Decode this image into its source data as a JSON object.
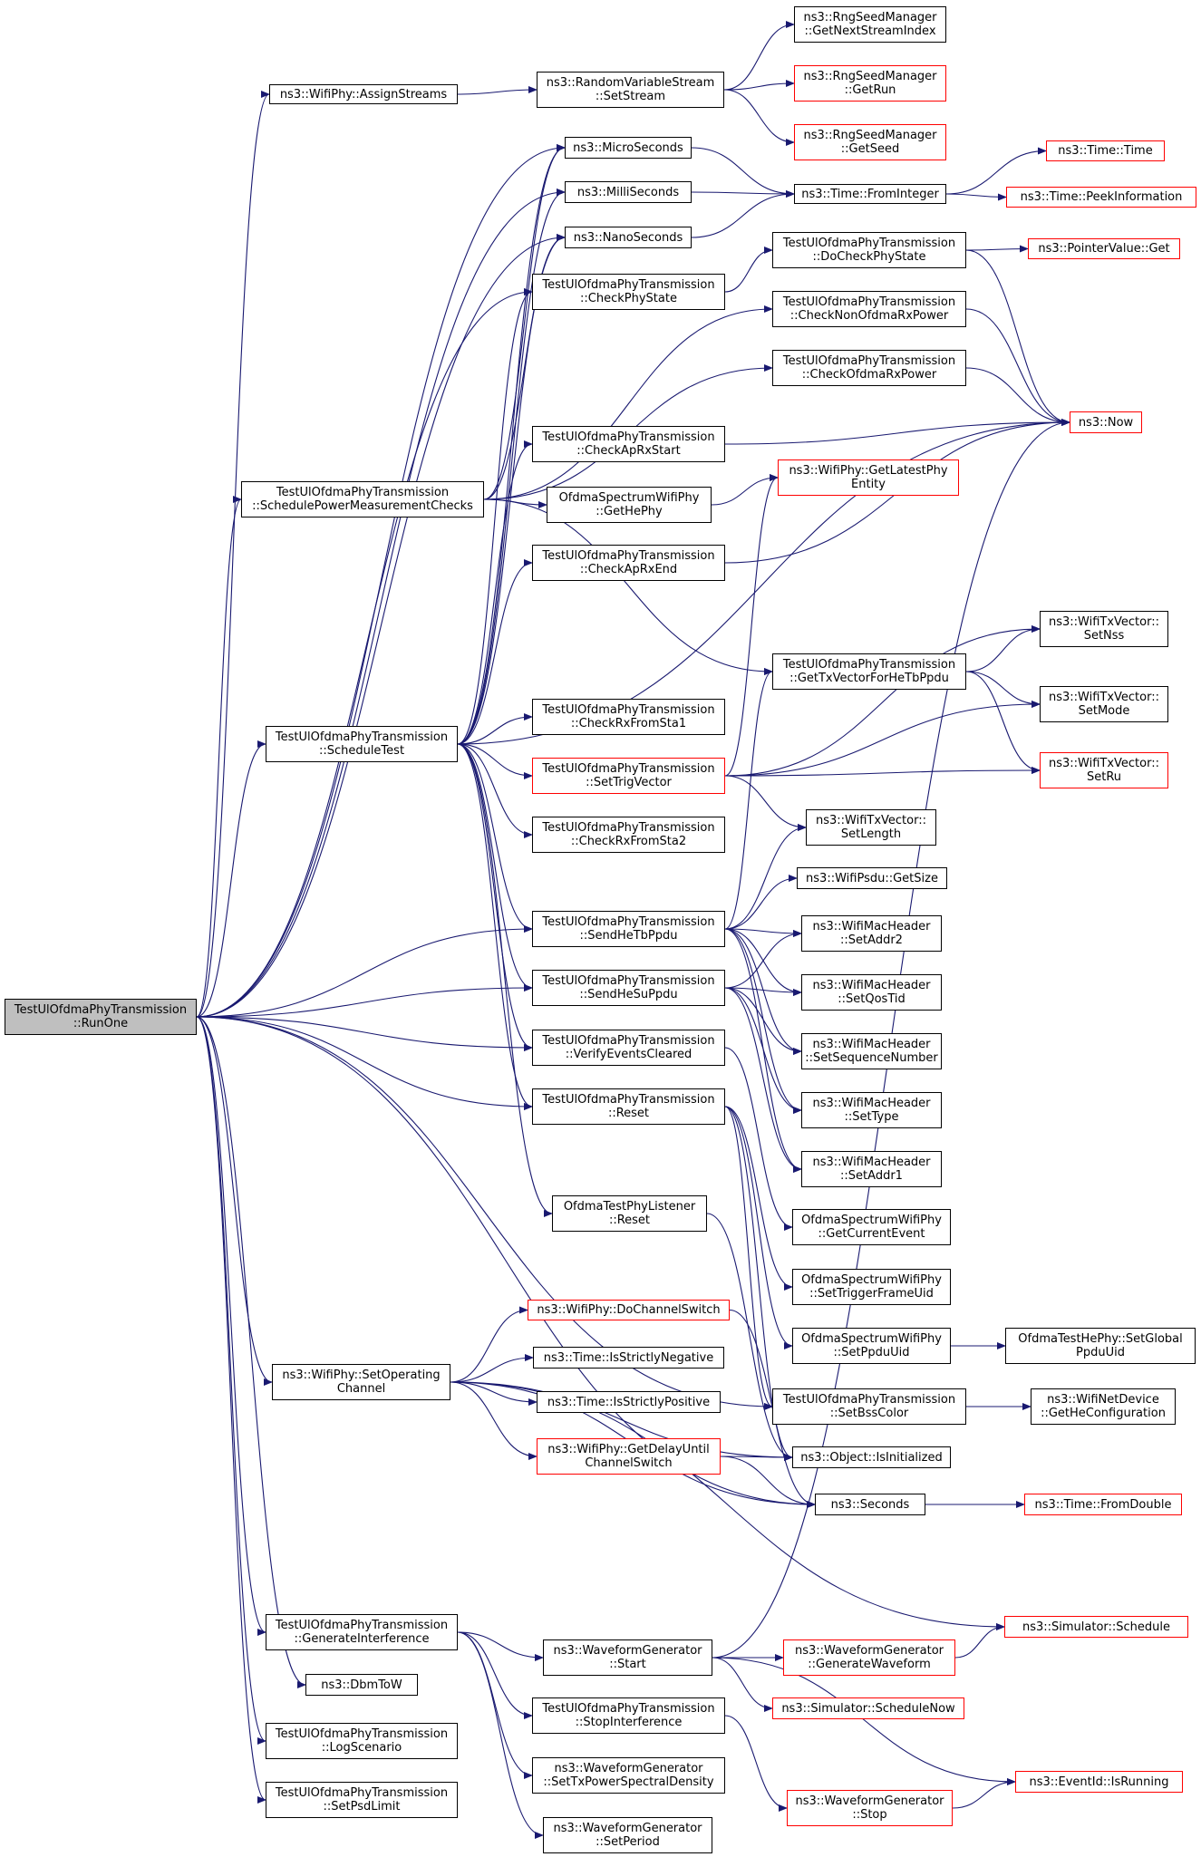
{
  "graph": {
    "colors": {
      "edge": "#191970",
      "node_border": "#000000",
      "node_border_truncated": "#ff0000",
      "root_fill": "#bfbfbf",
      "node_fill": "#ffffff"
    },
    "nodes": [
      {
        "id": "root",
        "lines": [
          "TestUlOfdmaPhyTransmission",
          "::RunOne"
        ],
        "style": "root"
      },
      {
        "id": "assignStreams",
        "lines": [
          "ns3::WifiPhy::AssignStreams"
        ],
        "style": "normal"
      },
      {
        "id": "setStream",
        "lines": [
          "ns3::RandomVariableStream",
          "::SetStream"
        ],
        "style": "normal"
      },
      {
        "id": "getNextStreamIndex",
        "lines": [
          "ns3::RngSeedManager",
          "::GetNextStreamIndex"
        ],
        "style": "normal"
      },
      {
        "id": "getRun",
        "lines": [
          "ns3::RngSeedManager",
          "::GetRun"
        ],
        "style": "red"
      },
      {
        "id": "getSeed",
        "lines": [
          "ns3::RngSeedManager",
          "::GetSeed"
        ],
        "style": "red"
      },
      {
        "id": "microSeconds",
        "lines": [
          "ns3::MicroSeconds"
        ],
        "style": "normal"
      },
      {
        "id": "milliSeconds",
        "lines": [
          "ns3::MilliSeconds"
        ],
        "style": "normal"
      },
      {
        "id": "nanoSeconds",
        "lines": [
          "ns3::NanoSeconds"
        ],
        "style": "normal"
      },
      {
        "id": "timeTime",
        "lines": [
          "ns3::Time::Time"
        ],
        "style": "red"
      },
      {
        "id": "fromInteger",
        "lines": [
          "ns3::Time::FromInteger"
        ],
        "style": "normal"
      },
      {
        "id": "peekInformation",
        "lines": [
          "ns3::Time::PeekInformation"
        ],
        "style": "red"
      },
      {
        "id": "doCheckPhyState",
        "lines": [
          "TestUlOfdmaPhyTransmission",
          "::DoCheckPhyState"
        ],
        "style": "normal"
      },
      {
        "id": "pointerValueGet",
        "lines": [
          "ns3::PointerValue::Get"
        ],
        "style": "red"
      },
      {
        "id": "checkPhyState",
        "lines": [
          "TestUlOfdmaPhyTransmission",
          "::CheckPhyState"
        ],
        "style": "normal"
      },
      {
        "id": "checkNonOfdmaRxPower",
        "lines": [
          "TestUlOfdmaPhyTransmission",
          "::CheckNonOfdmaRxPower"
        ],
        "style": "normal"
      },
      {
        "id": "checkOfdmaRxPower",
        "lines": [
          "TestUlOfdmaPhyTransmission",
          "::CheckOfdmaRxPower"
        ],
        "style": "normal"
      },
      {
        "id": "now",
        "lines": [
          "ns3::Now"
        ],
        "style": "red"
      },
      {
        "id": "checkApRxStart",
        "lines": [
          "TestUlOfdmaPhyTransmission",
          "::CheckApRxStart"
        ],
        "style": "normal"
      },
      {
        "id": "getLatestPhyEntity",
        "lines": [
          "ns3::WifiPhy::GetLatestPhy",
          "Entity"
        ],
        "style": "red"
      },
      {
        "id": "schedulePowerMeasurementChecks",
        "lines": [
          "TestUlOfdmaPhyTransmission",
          "::SchedulePowerMeasurementChecks"
        ],
        "style": "normal"
      },
      {
        "id": "getHePhy",
        "lines": [
          "OfdmaSpectrumWifiPhy",
          "::GetHePhy"
        ],
        "style": "normal"
      },
      {
        "id": "checkApRxEnd",
        "lines": [
          "TestUlOfdmaPhyTransmission",
          "::CheckApRxEnd"
        ],
        "style": "normal"
      },
      {
        "id": "setNss",
        "lines": [
          "ns3::WifiTxVector::",
          "SetNss"
        ],
        "style": "normal"
      },
      {
        "id": "getTxVectorForHeTbPpdu",
        "lines": [
          "TestUlOfdmaPhyTransmission",
          "::GetTxVectorForHeTbPpdu"
        ],
        "style": "normal"
      },
      {
        "id": "setMode",
        "lines": [
          "ns3::WifiTxVector::",
          "SetMode"
        ],
        "style": "normal"
      },
      {
        "id": "checkRxFromSta1",
        "lines": [
          "TestUlOfdmaPhyTransmission",
          "::CheckRxFromSta1"
        ],
        "style": "normal"
      },
      {
        "id": "scheduleTest",
        "lines": [
          "TestUlOfdmaPhyTransmission",
          "::ScheduleTest"
        ],
        "style": "normal"
      },
      {
        "id": "setTrigVector",
        "lines": [
          "TestUlOfdmaPhyTransmission",
          "::SetTrigVector"
        ],
        "style": "red"
      },
      {
        "id": "setRu",
        "lines": [
          "ns3::WifiTxVector::",
          "SetRu"
        ],
        "style": "red"
      },
      {
        "id": "checkRxFromSta2",
        "lines": [
          "TestUlOfdmaPhyTransmission",
          "::CheckRxFromSta2"
        ],
        "style": "normal"
      },
      {
        "id": "setLength",
        "lines": [
          "ns3::WifiTxVector::",
          "SetLength"
        ],
        "style": "normal"
      },
      {
        "id": "psduGetSize",
        "lines": [
          "ns3::WifiPsdu::GetSize"
        ],
        "style": "normal"
      },
      {
        "id": "sendHeTbPpdu",
        "lines": [
          "TestUlOfdmaPhyTransmission",
          "::SendHeTbPpdu"
        ],
        "style": "normal"
      },
      {
        "id": "setAddr2",
        "lines": [
          "ns3::WifiMacHeader",
          "::SetAddr2"
        ],
        "style": "normal"
      },
      {
        "id": "sendHeSuPpdu",
        "lines": [
          "TestUlOfdmaPhyTransmission",
          "::SendHeSuPpdu"
        ],
        "style": "normal"
      },
      {
        "id": "setQosTid",
        "lines": [
          "ns3::WifiMacHeader",
          "::SetQosTid"
        ],
        "style": "normal"
      },
      {
        "id": "verifyEventsCleared",
        "lines": [
          "TestUlOfdmaPhyTransmission",
          "::VerifyEventsCleared"
        ],
        "style": "normal"
      },
      {
        "id": "setSequenceNumber",
        "lines": [
          "ns3::WifiMacHeader",
          "::SetSequenceNumber"
        ],
        "style": "normal"
      },
      {
        "id": "reset",
        "lines": [
          "TestUlOfdmaPhyTransmission",
          "::Reset"
        ],
        "style": "normal"
      },
      {
        "id": "setType",
        "lines": [
          "ns3::WifiMacHeader",
          "::SetType"
        ],
        "style": "normal"
      },
      {
        "id": "setAddr1",
        "lines": [
          "ns3::WifiMacHeader",
          "::SetAddr1"
        ],
        "style": "normal"
      },
      {
        "id": "listenerReset",
        "lines": [
          "OfdmaTestPhyListener",
          "::Reset"
        ],
        "style": "normal"
      },
      {
        "id": "getCurrentEvent",
        "lines": [
          "OfdmaSpectrumWifiPhy",
          "::GetCurrentEvent"
        ],
        "style": "normal"
      },
      {
        "id": "setTriggerFrameUid",
        "lines": [
          "OfdmaSpectrumWifiPhy",
          "::SetTriggerFrameUid"
        ],
        "style": "normal"
      },
      {
        "id": "doChannelSwitch",
        "lines": [
          "ns3::WifiPhy::DoChannelSwitch"
        ],
        "style": "red"
      },
      {
        "id": "setPpduUid",
        "lines": [
          "OfdmaSpectrumWifiPhy",
          "::SetPpduUid"
        ],
        "style": "normal"
      },
      {
        "id": "setGlobalPpduUid",
        "lines": [
          "OfdmaTestHePhy::SetGlobal",
          "PpduUid"
        ],
        "style": "normal"
      },
      {
        "id": "setOperatingChannel",
        "lines": [
          "ns3::WifiPhy::SetOperating",
          "Channel"
        ],
        "style": "normal"
      },
      {
        "id": "isStrictlyNegative",
        "lines": [
          "ns3::Time::IsStrictlyNegative"
        ],
        "style": "normal"
      },
      {
        "id": "isStrictlyPositive",
        "lines": [
          "ns3::Time::IsStrictlyPositive"
        ],
        "style": "normal"
      },
      {
        "id": "setBssColor",
        "lines": [
          "TestUlOfdmaPhyTransmission",
          "::SetBssColor"
        ],
        "style": "normal"
      },
      {
        "id": "getHeConfiguration",
        "lines": [
          "ns3::WifiNetDevice",
          "::GetHeConfiguration"
        ],
        "style": "normal"
      },
      {
        "id": "getDelayUntilChannelSwitch",
        "lines": [
          "ns3::WifiPhy::GetDelayUntil",
          "ChannelSwitch"
        ],
        "style": "red"
      },
      {
        "id": "isInitialized",
        "lines": [
          "ns3::Object::IsInitialized"
        ],
        "style": "normal"
      },
      {
        "id": "seconds",
        "lines": [
          "ns3::Seconds"
        ],
        "style": "normal"
      },
      {
        "id": "fromDouble",
        "lines": [
          "ns3::Time::FromDouble"
        ],
        "style": "red"
      },
      {
        "id": "generateInterference",
        "lines": [
          "TestUlOfdmaPhyTransmission",
          "::GenerateInterference"
        ],
        "style": "normal"
      },
      {
        "id": "waveformStart",
        "lines": [
          "ns3::WaveformGenerator",
          "::Start"
        ],
        "style": "normal"
      },
      {
        "id": "generateWaveform",
        "lines": [
          "ns3::WaveformGenerator",
          "::GenerateWaveform"
        ],
        "style": "red"
      },
      {
        "id": "simulatorSchedule",
        "lines": [
          "ns3::Simulator::Schedule"
        ],
        "style": "red"
      },
      {
        "id": "dbmToW",
        "lines": [
          "ns3::DbmToW"
        ],
        "style": "normal"
      },
      {
        "id": "stopInterference",
        "lines": [
          "TestUlOfdmaPhyTransmission",
          "::StopInterference"
        ],
        "style": "normal"
      },
      {
        "id": "scheduleNow",
        "lines": [
          "ns3::Simulator::ScheduleNow"
        ],
        "style": "red"
      },
      {
        "id": "logScenario",
        "lines": [
          "TestUlOfdmaPhyTransmission",
          "::LogScenario"
        ],
        "style": "normal"
      },
      {
        "id": "setTxPowerSpectralDensity",
        "lines": [
          "ns3::WaveformGenerator",
          "::SetTxPowerSpectralDensity"
        ],
        "style": "normal"
      },
      {
        "id": "isRunning",
        "lines": [
          "ns3::EventId::IsRunning"
        ],
        "style": "red"
      },
      {
        "id": "setPsdLimit",
        "lines": [
          "TestUlOfdmaPhyTransmission",
          "::SetPsdLimit"
        ],
        "style": "normal"
      },
      {
        "id": "waveformStop",
        "lines": [
          "ns3::WaveformGenerator",
          "::Stop"
        ],
        "style": "red"
      },
      {
        "id": "setPeriod",
        "lines": [
          "ns3::WaveformGenerator",
          "::SetPeriod"
        ],
        "style": "normal"
      }
    ],
    "edges": [
      [
        "root",
        "assignStreams"
      ],
      [
        "root",
        "microSeconds"
      ],
      [
        "root",
        "milliSeconds"
      ],
      [
        "root",
        "nanoSeconds"
      ],
      [
        "root",
        "checkPhyState"
      ],
      [
        "root",
        "schedulePowerMeasurementChecks"
      ],
      [
        "root",
        "scheduleTest"
      ],
      [
        "root",
        "sendHeTbPpdu"
      ],
      [
        "root",
        "sendHeSuPpdu"
      ],
      [
        "root",
        "verifyEventsCleared"
      ],
      [
        "root",
        "reset"
      ],
      [
        "root",
        "setBssColor"
      ],
      [
        "root",
        "setOperatingChannel"
      ],
      [
        "root",
        "seconds"
      ],
      [
        "root",
        "generateInterference"
      ],
      [
        "root",
        "dbmToW"
      ],
      [
        "root",
        "logScenario"
      ],
      [
        "root",
        "setPsdLimit"
      ],
      [
        "assignStreams",
        "setStream"
      ],
      [
        "setStream",
        "getNextStreamIndex"
      ],
      [
        "setStream",
        "getRun"
      ],
      [
        "setStream",
        "getSeed"
      ],
      [
        "microSeconds",
        "fromInteger"
      ],
      [
        "milliSeconds",
        "fromInteger"
      ],
      [
        "nanoSeconds",
        "fromInteger"
      ],
      [
        "fromInteger",
        "timeTime"
      ],
      [
        "fromInteger",
        "peekInformation"
      ],
      [
        "checkPhyState",
        "doCheckPhyState"
      ],
      [
        "doCheckPhyState",
        "pointerValueGet"
      ],
      [
        "doCheckPhyState",
        "now"
      ],
      [
        "checkNonOfdmaRxPower",
        "now"
      ],
      [
        "checkOfdmaRxPower",
        "now"
      ],
      [
        "checkApRxStart",
        "now"
      ],
      [
        "checkApRxEnd",
        "now"
      ],
      [
        "schedulePowerMeasurementChecks",
        "microSeconds"
      ],
      [
        "schedulePowerMeasurementChecks",
        "nanoSeconds"
      ],
      [
        "schedulePowerMeasurementChecks",
        "checkNonOfdmaRxPower"
      ],
      [
        "schedulePowerMeasurementChecks",
        "checkOfdmaRxPower"
      ],
      [
        "schedulePowerMeasurementChecks",
        "getHePhy"
      ],
      [
        "schedulePowerMeasurementChecks",
        "getTxVectorForHeTbPpdu"
      ],
      [
        "getHePhy",
        "getLatestPhyEntity"
      ],
      [
        "scheduleTest",
        "microSeconds"
      ],
      [
        "scheduleTest",
        "milliSeconds"
      ],
      [
        "scheduleTest",
        "nanoSeconds"
      ],
      [
        "scheduleTest",
        "checkPhyState"
      ],
      [
        "scheduleTest",
        "checkApRxStart"
      ],
      [
        "scheduleTest",
        "checkApRxEnd"
      ],
      [
        "scheduleTest",
        "now"
      ],
      [
        "scheduleTest",
        "checkRxFromSta1"
      ],
      [
        "scheduleTest",
        "setTrigVector"
      ],
      [
        "scheduleTest",
        "checkRxFromSta2"
      ],
      [
        "scheduleTest",
        "sendHeTbPpdu"
      ],
      [
        "scheduleTest",
        "sendHeSuPpdu"
      ],
      [
        "scheduleTest",
        "verifyEventsCleared"
      ],
      [
        "scheduleTest",
        "reset"
      ],
      [
        "scheduleTest",
        "listenerReset"
      ],
      [
        "getTxVectorForHeTbPpdu",
        "setNss"
      ],
      [
        "getTxVectorForHeTbPpdu",
        "setMode"
      ],
      [
        "getTxVectorForHeTbPpdu",
        "setRu"
      ],
      [
        "setTrigVector",
        "getLatestPhyEntity"
      ],
      [
        "setTrigVector",
        "setNss"
      ],
      [
        "setTrigVector",
        "setMode"
      ],
      [
        "setTrigVector",
        "setRu"
      ],
      [
        "setTrigVector",
        "setLength"
      ],
      [
        "sendHeTbPpdu",
        "getTxVectorForHeTbPpdu"
      ],
      [
        "sendHeTbPpdu",
        "setLength"
      ],
      [
        "sendHeTbPpdu",
        "psduGetSize"
      ],
      [
        "sendHeTbPpdu",
        "setAddr2"
      ],
      [
        "sendHeTbPpdu",
        "setQosTid"
      ],
      [
        "sendHeTbPpdu",
        "setSequenceNumber"
      ],
      [
        "sendHeTbPpdu",
        "setType"
      ],
      [
        "sendHeTbPpdu",
        "setAddr1"
      ],
      [
        "sendHeSuPpdu",
        "setAddr2"
      ],
      [
        "sendHeSuPpdu",
        "setQosTid"
      ],
      [
        "sendHeSuPpdu",
        "setSequenceNumber"
      ],
      [
        "sendHeSuPpdu",
        "setType"
      ],
      [
        "sendHeSuPpdu",
        "setAddr1"
      ],
      [
        "verifyEventsCleared",
        "getCurrentEvent"
      ],
      [
        "reset",
        "setTriggerFrameUid"
      ],
      [
        "reset",
        "setPpduUid"
      ],
      [
        "reset",
        "setBssColor"
      ],
      [
        "reset",
        "isInitialized"
      ],
      [
        "listenerReset",
        "isInitialized"
      ],
      [
        "setPpduUid",
        "setGlobalPpduUid"
      ],
      [
        "setBssColor",
        "getHeConfiguration"
      ],
      [
        "setOperatingChannel",
        "doChannelSwitch"
      ],
      [
        "setOperatingChannel",
        "isStrictlyNegative"
      ],
      [
        "setOperatingChannel",
        "isStrictlyPositive"
      ],
      [
        "setOperatingChannel",
        "getDelayUntilChannelSwitch"
      ],
      [
        "setOperatingChannel",
        "seconds"
      ],
      [
        "setOperatingChannel",
        "simulatorSchedule"
      ],
      [
        "setOperatingChannel",
        "isInitialized"
      ],
      [
        "doChannelSwitch",
        "seconds"
      ],
      [
        "getDelayUntilChannelSwitch",
        "isInitialized"
      ],
      [
        "getDelayUntilChannelSwitch",
        "seconds"
      ],
      [
        "seconds",
        "fromDouble"
      ],
      [
        "generateInterference",
        "waveformStart"
      ],
      [
        "generateInterference",
        "stopInterference"
      ],
      [
        "generateInterference",
        "setTxPowerSpectralDensity"
      ],
      [
        "generateInterference",
        "setPeriod"
      ],
      [
        "waveformStart",
        "now"
      ],
      [
        "waveformStart",
        "generateWaveform"
      ],
      [
        "waveformStart",
        "scheduleNow"
      ],
      [
        "waveformStart",
        "isRunning"
      ],
      [
        "generateWaveform",
        "simulatorSchedule"
      ],
      [
        "stopInterference",
        "waveformStop"
      ],
      [
        "waveformStop",
        "isRunning"
      ]
    ]
  }
}
